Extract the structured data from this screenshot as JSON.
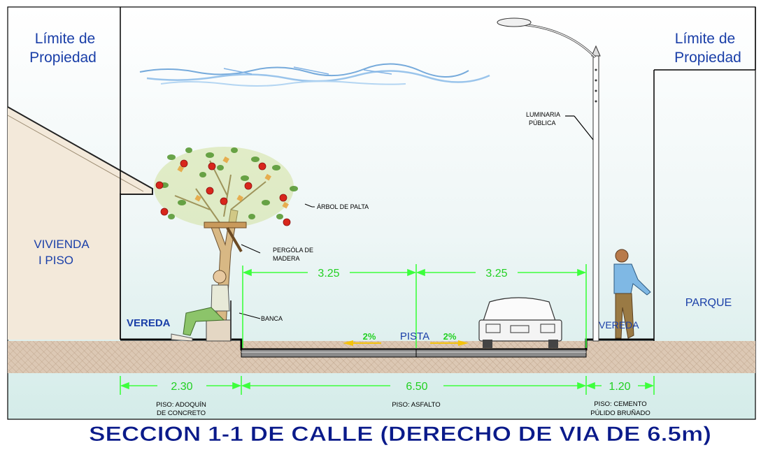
{
  "labels": {
    "limite_left_1": "Límite de",
    "limite_left_2": "Propiedad",
    "limite_right_1": "Límite de",
    "limite_right_2": "Propiedad",
    "vivienda_1": "VIVIENDA",
    "vivienda_2": "I PISO",
    "parque": "PARQUE",
    "vereda_left": "VEREDA",
    "vereda_right": "VEREDA",
    "pista": "PISTA",
    "slope_left": "2%",
    "slope_right": "2%",
    "arbol": "ÁRBOL DE PALTA",
    "pergola_1": "PERGÓLA DE",
    "pergola_2": "MADERA",
    "banca": "BANCA",
    "luminaria_1": "LUMINARIA",
    "luminaria_2": "PÚBLICA",
    "lane_left": "3.25",
    "lane_right": "3.25",
    "dim_vereda_left": "2.30",
    "dim_pista": "6.50",
    "dim_vereda_right": "1.20",
    "piso_left_1": "PISO: ADOQUÍN",
    "piso_left_2": "DE CONCRETO",
    "piso_center": "PISO: ASFALTO",
    "piso_right_1": "PISO: CEMENTO",
    "piso_right_2": "PÚLIDO BRUÑADO",
    "title": "SECCION 1-1 DE CALLE (DERECHO DE VIA DE 6.5m)"
  },
  "colors": {
    "dimension": "#3dff3d",
    "label_blue": "#1a3fa8",
    "title_blue": "#0a1a8a",
    "ground": "#dcc8b4",
    "house_wall": "#f3e9da",
    "frame": "#000000"
  }
}
